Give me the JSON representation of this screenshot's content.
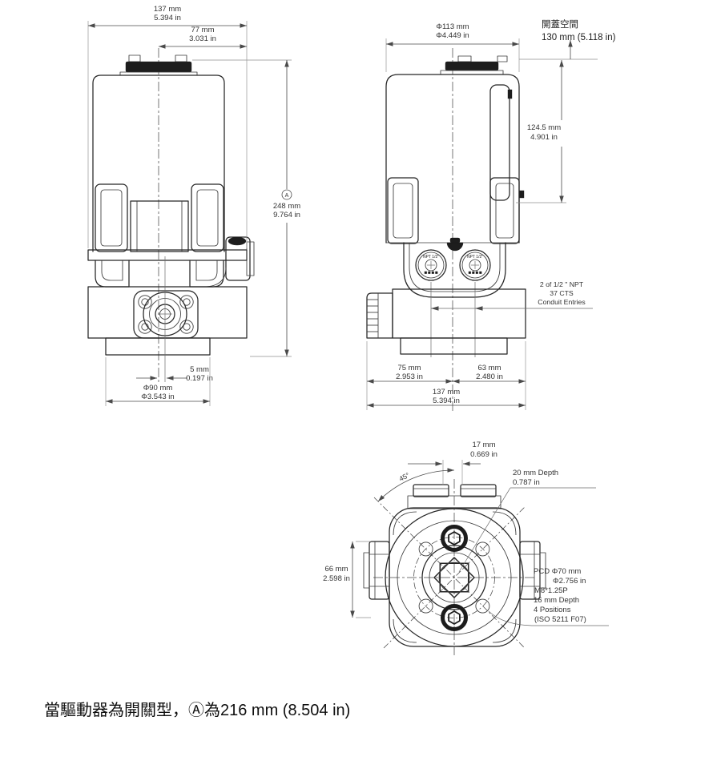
{
  "front": {
    "dim_width_mm": "137 mm",
    "dim_width_in": "5.394 in",
    "dim_half_mm": "77 mm",
    "dim_half_in": "3.031 in",
    "height_label": "A",
    "dim_height_mm": "248 mm",
    "dim_height_in": "9.764 in",
    "dim_offset_mm": "5 mm",
    "dim_offset_in": "0.197 in",
    "dim_base_mm": "Φ90 mm",
    "dim_base_in": "Φ3.543 in"
  },
  "side": {
    "dim_dia_mm": "Φ113 mm",
    "dim_dia_in": "Φ4.449 in",
    "clearance_label": "開蓋空間",
    "clearance_value": "130 mm (5.118 in)",
    "dim_cover_mm": "124.5 mm",
    "dim_cover_in": "4.901 in",
    "conduit_1": "2 of 1/2 \" NPT",
    "conduit_2": "37 CTS",
    "conduit_3": "Conduit Entries",
    "port_label": "NPT 1/2\"",
    "dim_left_mm": "75 mm",
    "dim_left_in": "2.953 in",
    "dim_right_mm": "63 mm",
    "dim_right_in": "2.480 in",
    "dim_total_mm": "137 mm",
    "dim_total_in": "5.394 in"
  },
  "bottom": {
    "dim17_mm": "17 mm",
    "dim17_in": "0.669 in",
    "depth_1": "20 mm Depth",
    "depth_2": "0.787 in",
    "angle": "45°",
    "dim66_mm": "66 mm",
    "dim66_in": "2.598 in",
    "pcd_1": "PCD Φ70 mm",
    "pcd_2": "Φ2.756 in",
    "pcd_3": "M8*1.25P",
    "pcd_4": "16 mm Depth",
    "pcd_5": "4 Positions",
    "pcd_6": "(ISO 5211 F07)"
  },
  "footer": {
    "note": "當驅動器為開關型，Ⓐ為216 mm (8.504 in)"
  }
}
